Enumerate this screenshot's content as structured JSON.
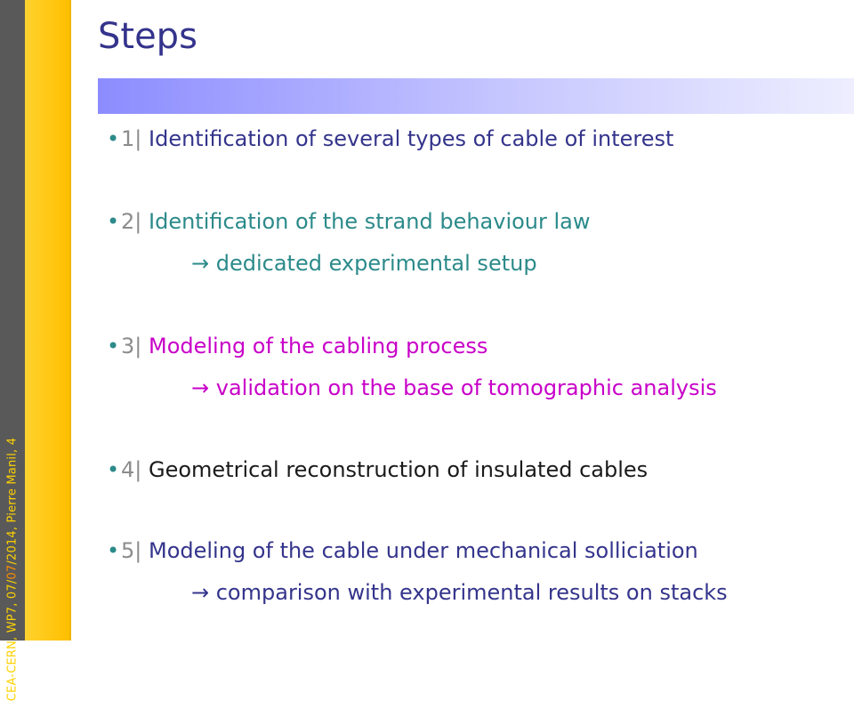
{
  "footer": {
    "prefix": "CEA-CERN,  WP7,  07/",
    "highlight": "07",
    "suffix": "/2014, Pierre Manil,  4"
  },
  "title": "Steps",
  "items": [
    {
      "number": "1|",
      "text": "Identification of several types of cable of interest",
      "color": "#34348c"
    },
    {
      "number": "2|",
      "text": "Identification of the strand behaviour law",
      "color": "#2c8a8a",
      "sub": "→ dedicated experimental setup"
    },
    {
      "number": "3|",
      "text": "Modeling of the cabling process",
      "color": "#c800c8",
      "sub": "→ validation on the base of tomographic analysis"
    },
    {
      "number": "4|",
      "text": "Geometrical reconstruction of insulated cables",
      "color": "#1a1a1a"
    },
    {
      "number": "5|",
      "text": "Modeling of the cable under mechanical solliciation",
      "color": "#34348c",
      "sub": "→ comparison with experimental results on stacks"
    }
  ]
}
